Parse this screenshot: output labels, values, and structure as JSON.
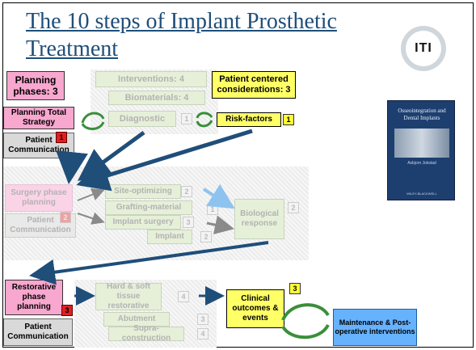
{
  "title": "The 10 steps of Implant Prosthetic Treatment",
  "logo": {
    "text": "ITI"
  },
  "book": {
    "title": "Osseointegration and Dental Implants",
    "author": "Asbjorn Jokstad",
    "publisher": "WILEY-BLACKWELL"
  },
  "planning": {
    "phases": "Planning phases: 3",
    "total_strategy": "Planning Total Strategy",
    "patient_communication": "Patient Communication",
    "num_strategy": "1"
  },
  "top": {
    "interventions": "Interventions: 4",
    "biomaterials": "Biomaterials: 4",
    "diagnostic": "Diagnostic",
    "diagnostic_num": "1",
    "patient_centered": "Patient centered considerations: 3",
    "risk_factors": "Risk-factors",
    "risk_num": "1"
  },
  "surgery": {
    "phase": "Surgery phase planning",
    "patient_communication": "Patient Communication",
    "site": "Site-optimizing",
    "site_num": "2",
    "grafting": "Grafting-material",
    "grafting_num": "1",
    "implant_surgery": "Implant surgery",
    "implant_surgery_num": "3",
    "implant": "Implant",
    "implant_num": "2",
    "bio": "Biological response",
    "bio_num": "2",
    "comm_num": "2"
  },
  "restorative": {
    "phase": "Restorative phase planning",
    "phase_num": "3",
    "patient_communication": "Patient Communication",
    "hard_soft": "Hard & soft tissue restorative",
    "hard_soft_num": "4",
    "abutment": "Abutment",
    "abutment_num": "3",
    "supra": "Supra-construction",
    "supra_num": "4",
    "clinical": "Clinical outcomes & events",
    "clinical_num": "3",
    "maintenance": "Maintenance & Post-operative interventions"
  },
  "colors": {
    "pink": "#f8a7cf",
    "yellow": "#ffff66",
    "blue": "#1f4e79",
    "maintenance": "#66b2ff",
    "green_arrow": "#3a8f3a"
  }
}
